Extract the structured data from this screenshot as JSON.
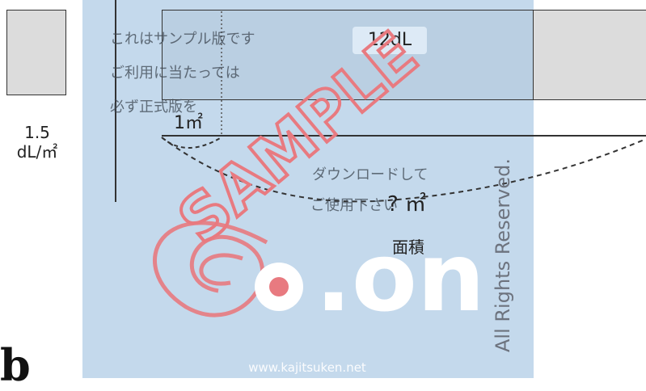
{
  "diagram": {
    "rate": {
      "value": "1.5",
      "unit": "dL/㎡"
    },
    "paint_amount": "12dL",
    "unit_area": "1㎡",
    "unknown_area": "? ㎡",
    "area_caption": "面積"
  },
  "watermark": {
    "notice_lines": [
      "これはサンプル版です",
      "ご利用に当たっては",
      "必ず正式版を",
      "ダウンロードして",
      "ご使用下さい"
    ],
    "stamp_text": "SAMPLE",
    "brand_logo": ".on",
    "rights": "All Rights Reserved.",
    "url": "www.kajitsuken.net"
  },
  "partial_glyph": "b",
  "colors": {
    "panel": "#c4d9ec",
    "stamp": "#e87a80",
    "logo": "#ffffff",
    "logo_dot": "#e87a80"
  }
}
